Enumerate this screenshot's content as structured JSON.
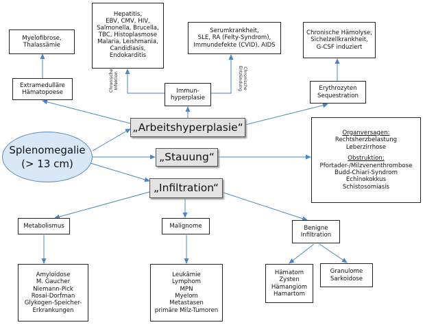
{
  "center": {
    "line1": "Splenomegalie",
    "line2": "(> 13 cm)"
  },
  "categories": {
    "arbeitshyperplasie": "„Arbeitshyperplasie“",
    "stauung": "„Stauung“",
    "infiltration": "„Infiltration“"
  },
  "nodes": {
    "extramedullaer": [
      "Extramedulläre",
      "Hämatopoese"
    ],
    "myelofibrose": [
      "Myelofibrose,",
      "Thalassämie"
    ],
    "immunhyperplasie": [
      "Immun-",
      "hyperplasie"
    ],
    "infektionen": [
      "Hepatitis,",
      "EBV, CMV, HIV,",
      "Salmonella, Brucella,",
      "TBC, Histoplasmose",
      "Malaria, Leishmania,",
      "Candidiasis,",
      "Endokarditis"
    ],
    "entzuendung": [
      "Serumkrankheit,",
      "SLE, RA (Felty-Syndrom),",
      "Immundefekte (CVID), AIDS"
    ],
    "erythrozyten": [
      "Erythrozyten",
      "Sequestration"
    ],
    "haemolyse": [
      "Chronische Hämolyse,",
      "Sichelzellkrankheit,",
      "G-CSF induziert"
    ],
    "stauung_details": {
      "organversagen_title": "Organversagen:",
      "organversagen_items": [
        "Rechtsherzbelastung",
        "Leberzirrhose"
      ],
      "obstruktion_title": "Obstruktion:",
      "obstruktion_items": [
        "Pfortader-/Milzvenenthrombose",
        "Budd-Chiari-Syndrom",
        "Echinokokkus",
        "Schistosomiasis"
      ]
    },
    "metabolismus": [
      "Metabolismus"
    ],
    "malignome": [
      "Malignome"
    ],
    "benigne": [
      "Benigne",
      "Infiltration"
    ],
    "metabolismus_list": [
      "Amyloidose",
      "M. Gaucher",
      "Niemann-Pick",
      "Rosai-Dorfman",
      "Glykogen-Speicher-",
      "Erkrankungen"
    ],
    "malignome_list": [
      "Leukämie",
      "Lymphom",
      "MPN",
      "Myelom",
      "Metastasen",
      "primäre Milz-Tumoren"
    ],
    "benigne_list_a": [
      "Hämatom",
      "Zysten",
      "Hämangiom",
      "Hamartom"
    ],
    "benigne_list_b": [
      "Granulome",
      "Sarkoidose"
    ]
  },
  "edge_labels": {
    "chronische_infektion": [
      "Chronische",
      "Infektion"
    ],
    "chronische_entzuendung": [
      "Chronische",
      "Entzündung"
    ]
  },
  "colors": {
    "arrow": "#4a86c1",
    "ellipse_fill": "#d9e8f6",
    "category_fill": "#e3e3e3"
  }
}
